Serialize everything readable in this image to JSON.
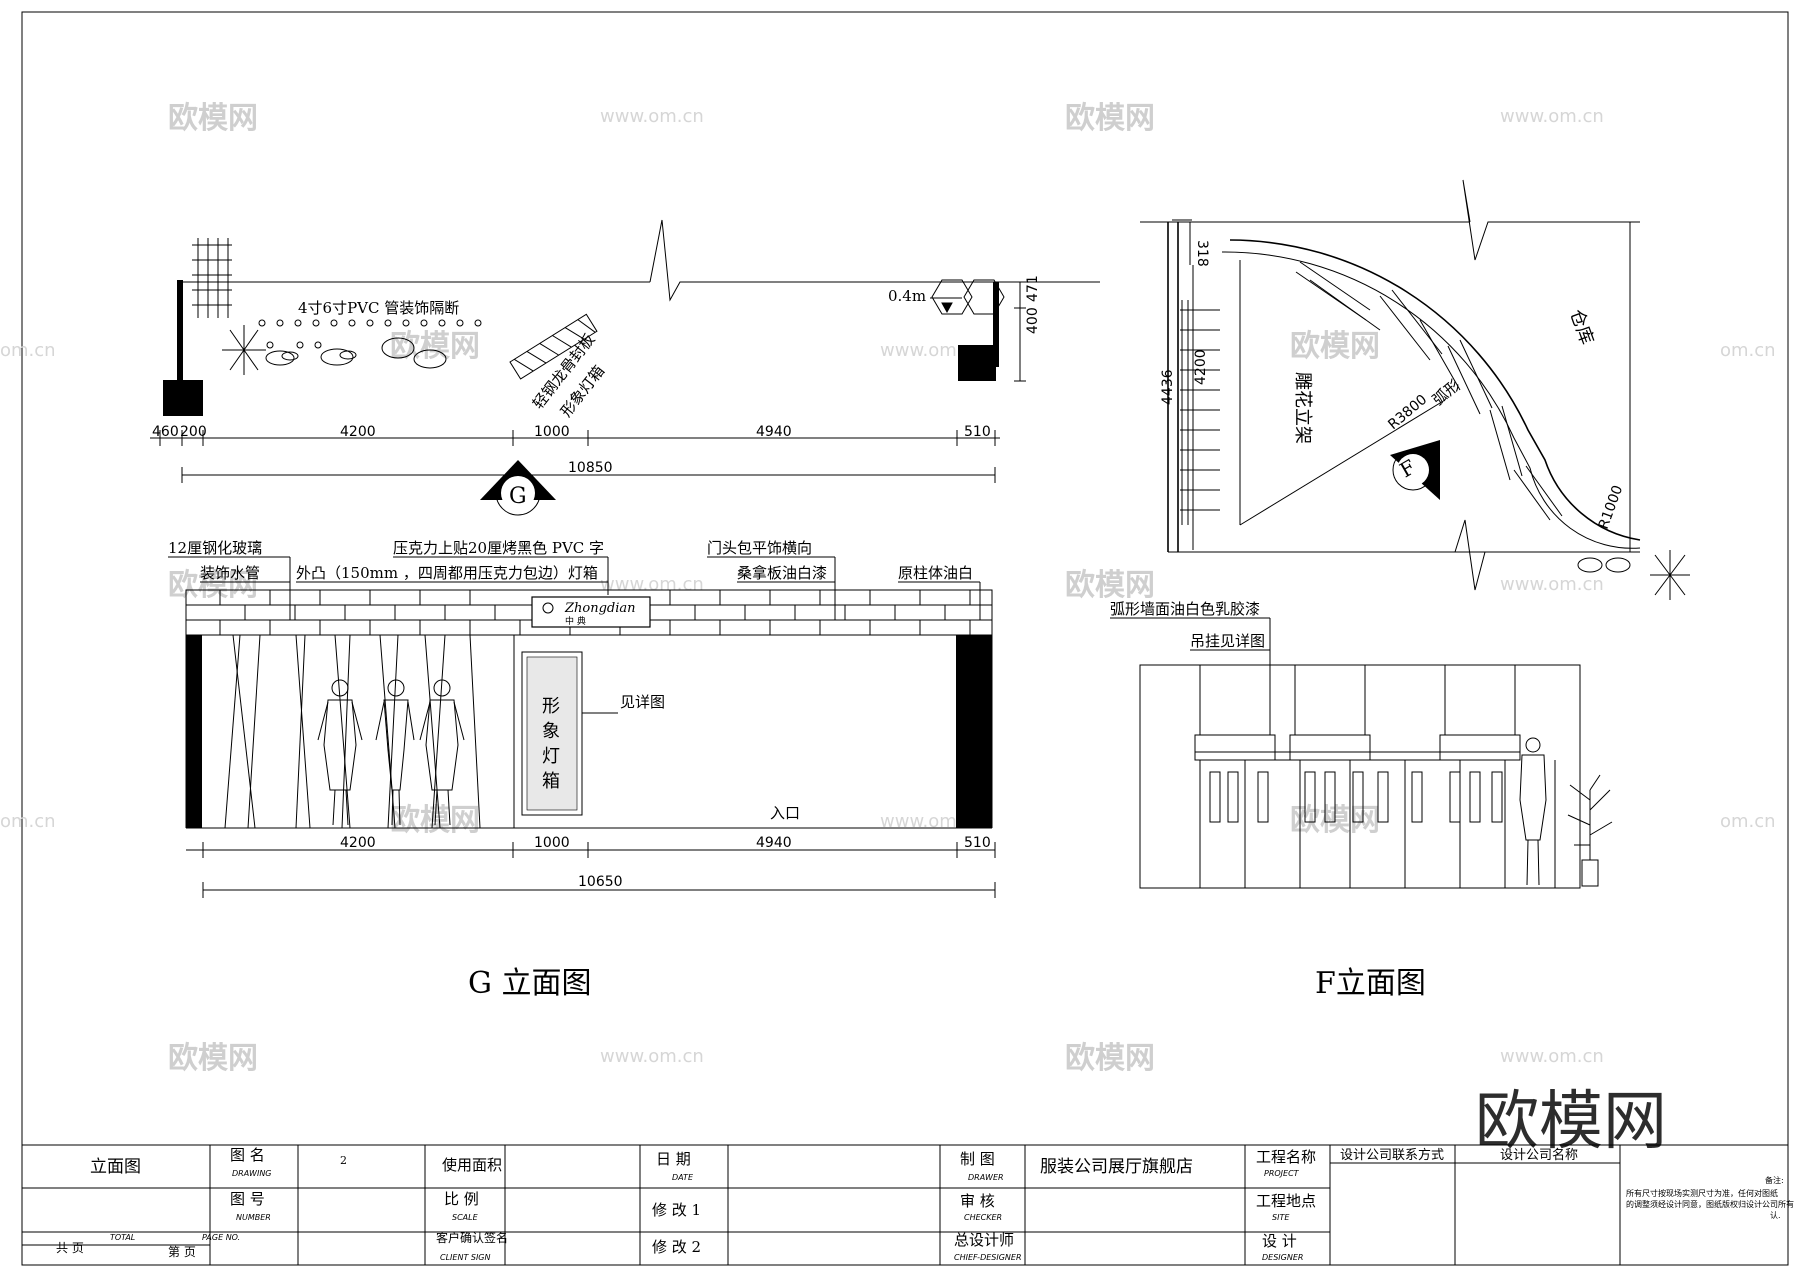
{
  "drawing": {
    "g_plan": {
      "label_pvc": "4寸6寸PVC 管装饰隔断",
      "label_lightbox_line1": "轻钢龙骨封板",
      "label_lightbox_line2": "形象灯箱",
      "label_height": "0.4m",
      "dims": [
        "460",
        "200",
        "4200",
        "1000",
        "4940",
        "510"
      ],
      "total": "10850",
      "vert_dims": [
        "400",
        "471"
      ],
      "section_marker": "G"
    },
    "g_elevation": {
      "note_glass_1": "12厘钢化玻璃",
      "note_glass_2": "装饰水管",
      "note_sign_1": "压克力上贴20厘烤黑色 PVC 字",
      "note_sign_2": "外凸（150mm ，四周都用压克力包边）灯箱",
      "note_door_1": "门头包平饰横向",
      "note_door_2": "桑拿板油白漆",
      "note_column": "原柱体油白",
      "sign_brand": "Zhongdian",
      "sign_brand_cn": "中 典",
      "lightbox_chars": [
        "形",
        "象",
        "灯",
        "箱"
      ],
      "note_detail": "见详图",
      "entrance": "入口",
      "dims": [
        "4200",
        "1000",
        "4940",
        "510"
      ],
      "total": "10650"
    },
    "f_plan": {
      "label_storage": "仓库",
      "label_rack": "雕花立架",
      "label_radius_1": "R3800",
      "label_radius_1_text": "弧形",
      "label_radius_2": "R1000",
      "vert_dims": [
        "318",
        "4200",
        "4436"
      ],
      "section_marker": "F"
    },
    "f_elevation": {
      "note_wall": "弧形墙面油白色乳胶漆",
      "note_hang": "吊挂见详图"
    },
    "titles": {
      "g": "G 立面图",
      "f": "F立面图"
    }
  },
  "watermarks": {
    "brand": "欧模网",
    "url": "www.om.cn",
    "url_cut": "om.cn"
  },
  "title_block": {
    "sheet_title": "立面图",
    "drawing_name_label": "图 名",
    "drawing_name_en": "DRAWING",
    "drawing_name_value": "2",
    "number_label": "图 号",
    "number_en": "NUMBER",
    "total_label": "共 页",
    "total_en": "TOTAL",
    "page_label": "第 页",
    "page_en": "PAGE NO.",
    "area_label": "使用面积",
    "scale_label": "比 例",
    "scale_en": "SCALE",
    "client_label": "客户确认签名",
    "client_en": "CLIENT SIGN",
    "date_label": "日 期",
    "date_en": "DATE",
    "rev1_label": "修 改 1",
    "rev2_label": "修 改 2",
    "drawer_label": "制 图",
    "drawer_en": "DRAWER",
    "checker_label": "审 核",
    "checker_en": "CHECKER",
    "chief_label": "总设计师",
    "chief_en": "CHIEF-DESIGNER",
    "project_value": "服装公司展厅旗舰店",
    "project_label": "工程名称",
    "project_en": "PROJECT",
    "site_label": "工程地点",
    "site_en": "SITE",
    "designer_label": "设 计",
    "designer_en": "DESIGNER",
    "contact_label": "设计公司联系方式",
    "company_label": "设计公司名称",
    "notes_label": "备注:",
    "notes_text_1": "所有尺寸按现场实测尺寸为准，任何对图纸",
    "notes_text_2": "的调整须经设计同意，图纸版权归设计公司所有",
    "notes_text_3": "认."
  }
}
